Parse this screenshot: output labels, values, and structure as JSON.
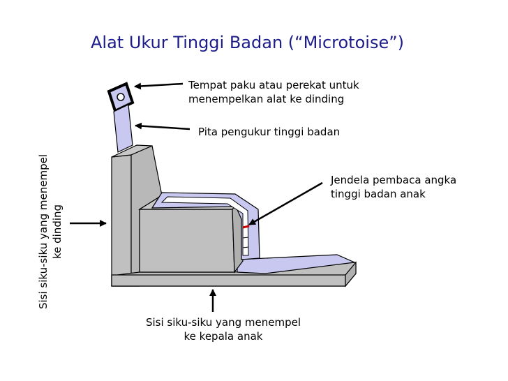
{
  "title": "Alat Ukur Tinggi Badan (“Microtoise”)",
  "labels": {
    "nail_place": [
      "Tempat paku atau perekat untuk",
      "menempelkan alat ke dinding"
    ],
    "tape": "Pita pengukur tinggi badan",
    "reading_window": [
      "Jendela pembaca angka",
      "tinggi badan anak"
    ],
    "wall_side": [
      "Sisi siku-siku yang menempel",
      "ke dinding"
    ],
    "head_side": [
      "Sisi siku-siku yang menempel",
      "ke kepala anak"
    ]
  },
  "colors": {
    "title": "#1c1c8a",
    "body_gray": "#c0c0c0",
    "tape_blue": "#c8c8f0",
    "marker_red": "#cc0000"
  },
  "icons": [
    "nail-plate-icon",
    "pointer-arrow-icon"
  ]
}
